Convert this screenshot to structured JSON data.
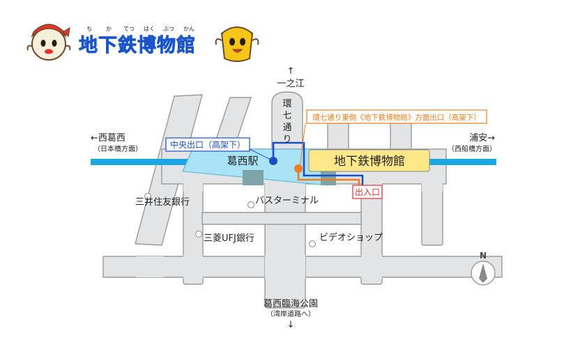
{
  "header": {
    "title": "地下鉄博物館",
    "ruby": [
      "ち",
      "か",
      "てつ",
      "はく",
      "ぶつ",
      "かん"
    ]
  },
  "map": {
    "directions": {
      "north": {
        "arrow": "↑",
        "label": "一之江"
      },
      "west": {
        "label": "←西葛西",
        "sub": "（日本橋方面）"
      },
      "east": {
        "label": "浦安→",
        "sub": "（西船橋方面）"
      },
      "south": {
        "label": "葛西臨海公園",
        "sub": "（湾岸道路へ）",
        "arrow": "↓"
      }
    },
    "road_label": [
      "環",
      "七",
      "通",
      "り"
    ],
    "station": {
      "name": "葛西駅",
      "exit_label": "中央出口（高架下）",
      "exit_color": "#1a4fc4"
    },
    "museum": {
      "name": "地下鉄博物館",
      "fill": "#ffe88a"
    },
    "east_exit": {
      "label": "環七通り東側《地下鉄博物館》方面出口（高架下）",
      "color": "#f07d1f"
    },
    "entrance": {
      "label": "出入口",
      "color": "#e03030"
    },
    "landmarks": {
      "mitsui": "三井住友銀行",
      "bus": "バスターミナル",
      "mufg": "三菱UFJ銀行",
      "video": "ビデオショップ"
    },
    "compass": {
      "label": "N"
    },
    "colors": {
      "road": "#e3e4e6",
      "rail": "#1ba8e0",
      "platform": "#a9e3f5"
    }
  }
}
